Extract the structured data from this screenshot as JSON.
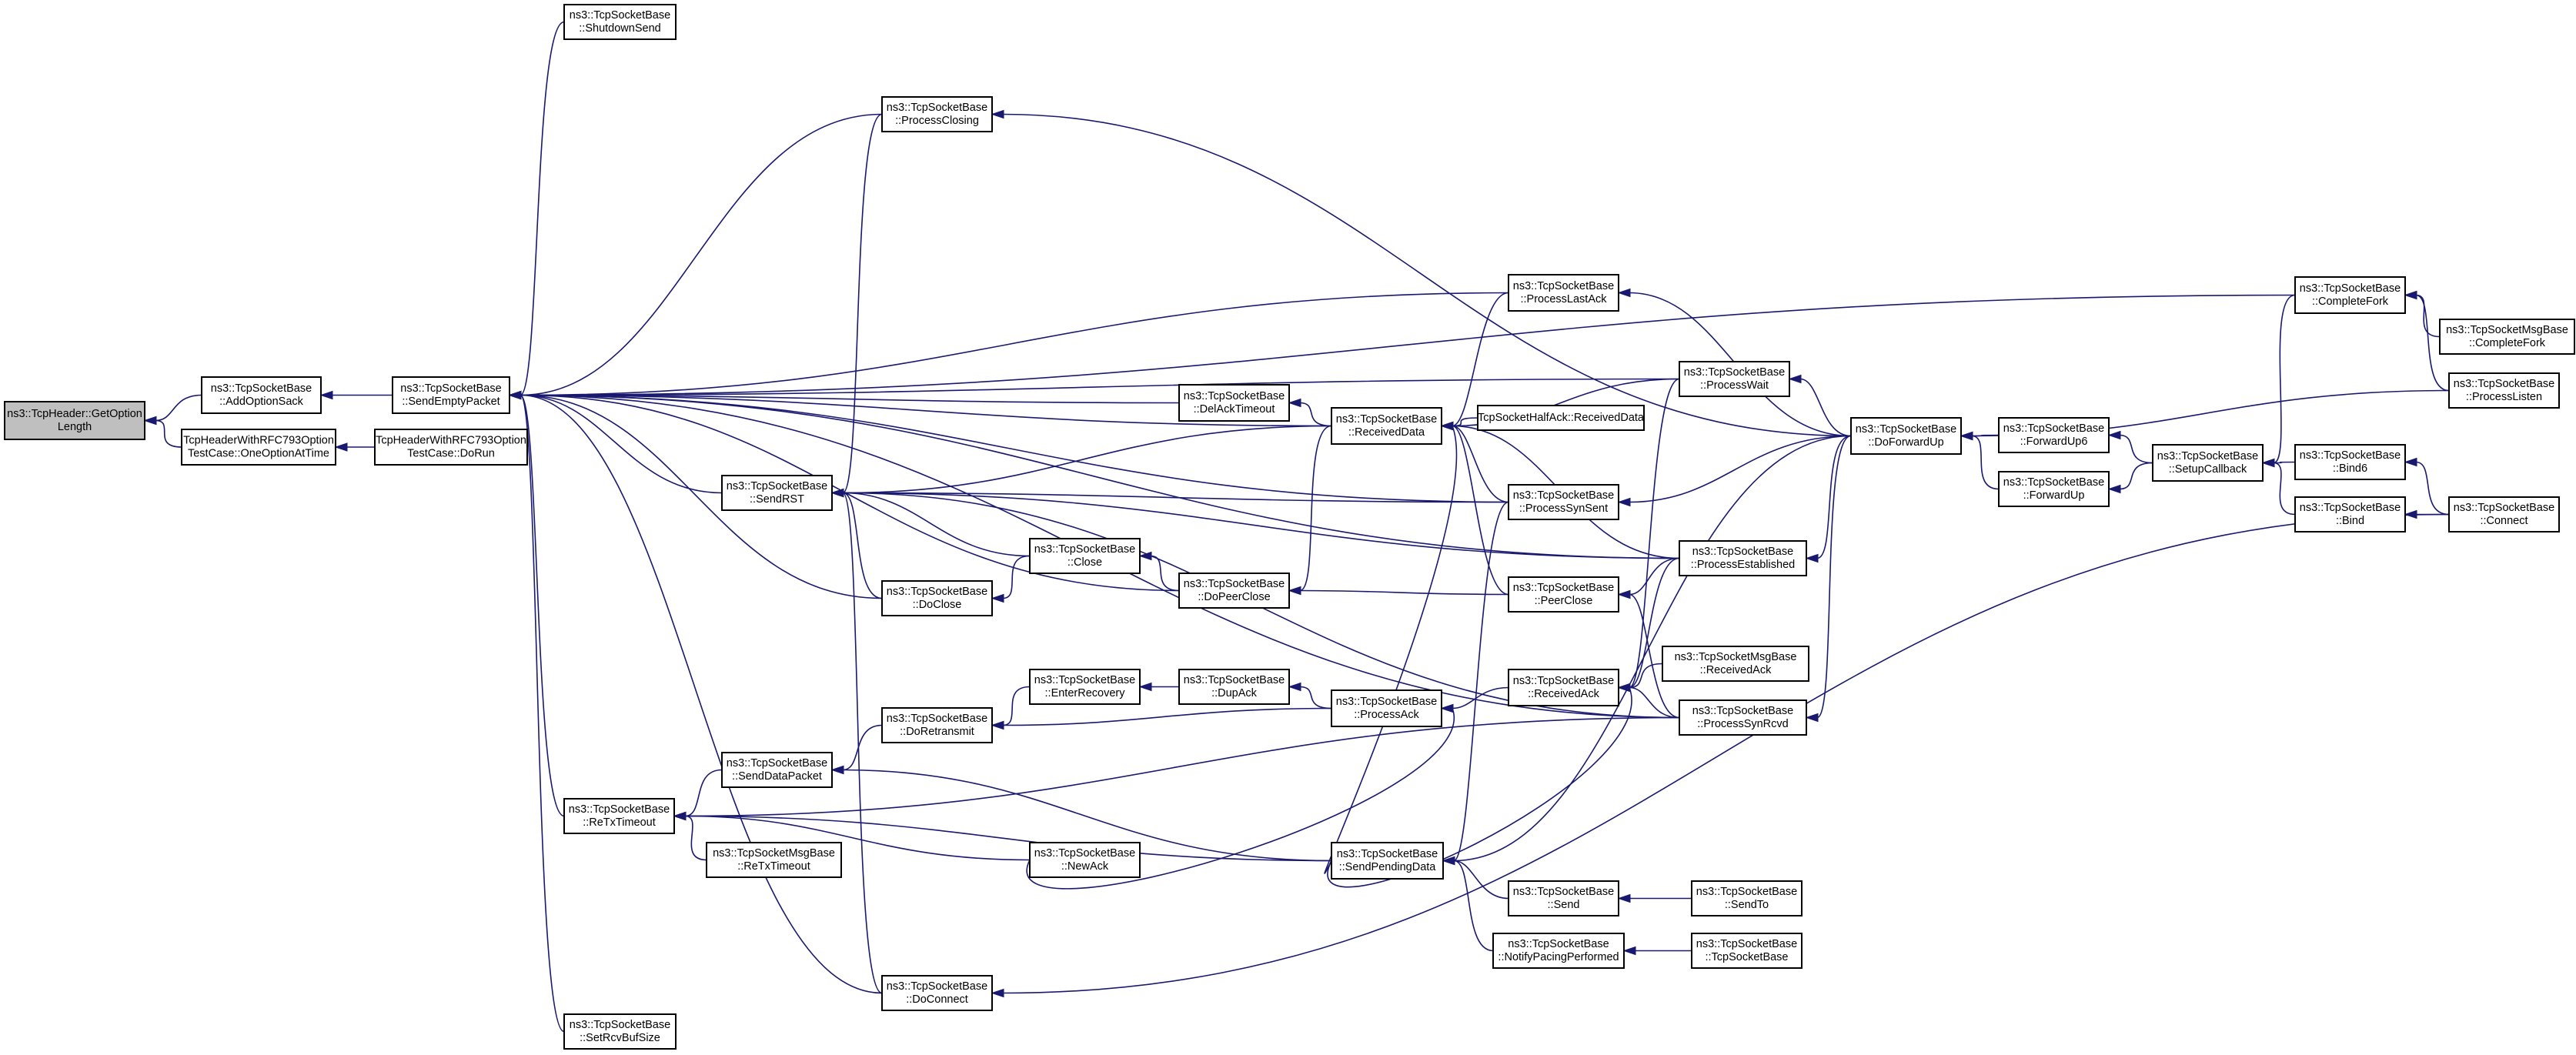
{
  "graph": {
    "nodes": [
      {
        "id": "GetOptionLength",
        "lines": [
          "ns3::TcpHeader::GetOption",
          "Length"
        ],
        "root": true
      },
      {
        "id": "AddOptionSack",
        "lines": [
          "ns3::TcpSocketBase",
          "::AddOptionSack"
        ]
      },
      {
        "id": "OneOptionAtTime",
        "lines": [
          "TcpHeaderWithRFC793Option",
          "TestCase::OneOptionAtTime"
        ]
      },
      {
        "id": "SendEmptyPacket",
        "lines": [
          "ns3::TcpSocketBase",
          "::SendEmptyPacket"
        ]
      },
      {
        "id": "DoRun",
        "lines": [
          "TcpHeaderWithRFC793Option",
          "TestCase::DoRun"
        ]
      },
      {
        "id": "ShutdownSend",
        "lines": [
          "ns3::TcpSocketBase",
          "::ShutdownSend"
        ]
      },
      {
        "id": "ProcessClosing",
        "lines": [
          "ns3::TcpSocketBase",
          "::ProcessClosing"
        ]
      },
      {
        "id": "SendRST",
        "lines": [
          "ns3::TcpSocketBase",
          "::SendRST"
        ]
      },
      {
        "id": "DoClose",
        "lines": [
          "ns3::TcpSocketBase",
          "::DoClose"
        ]
      },
      {
        "id": "Close",
        "lines": [
          "ns3::TcpSocketBase",
          "::Close"
        ]
      },
      {
        "id": "DelAckTimeout",
        "lines": [
          "ns3::TcpSocketBase",
          "::DelAckTimeout"
        ]
      },
      {
        "id": "DoPeerClose",
        "lines": [
          "ns3::TcpSocketBase",
          "::DoPeerClose"
        ]
      },
      {
        "id": "EnterRecovery",
        "lines": [
          "ns3::TcpSocketBase",
          "::EnterRecovery"
        ]
      },
      {
        "id": "DupAck",
        "lines": [
          "ns3::TcpSocketBase",
          "::DupAck"
        ]
      },
      {
        "id": "DoRetransmit",
        "lines": [
          "ns3::TcpSocketBase",
          "::DoRetransmit"
        ]
      },
      {
        "id": "SendDataPacket",
        "lines": [
          "ns3::TcpSocketBase",
          "::SendDataPacket"
        ]
      },
      {
        "id": "ReTxTimeout",
        "lines": [
          "ns3::TcpSocketBase",
          "::ReTxTimeout"
        ]
      },
      {
        "id": "MsgReTxTimeout",
        "lines": [
          "ns3::TcpSocketMsgBase",
          "::ReTxTimeout"
        ]
      },
      {
        "id": "NewAck",
        "lines": [
          "ns3::TcpSocketBase",
          "::NewAck"
        ]
      },
      {
        "id": "DoConnect",
        "lines": [
          "ns3::TcpSocketBase",
          "::DoConnect"
        ]
      },
      {
        "id": "SetRcvBufSize",
        "lines": [
          "ns3::TcpSocketBase",
          "::SetRcvBufSize"
        ]
      },
      {
        "id": "ReceivedData",
        "lines": [
          "ns3::TcpSocketBase",
          "::ReceivedData"
        ]
      },
      {
        "id": "HalfAckReceivedData",
        "lines": [
          "TcpSocketHalfAck::ReceivedData"
        ]
      },
      {
        "id": "ProcessAck",
        "lines": [
          "ns3::TcpSocketBase",
          "::ProcessAck"
        ]
      },
      {
        "id": "ReceivedAck",
        "lines": [
          "ns3::TcpSocketBase",
          "::ReceivedAck"
        ]
      },
      {
        "id": "SendPendingData",
        "lines": [
          "ns3::TcpSocketBase",
          "::SendPendingData"
        ]
      },
      {
        "id": "ProcessLastAck",
        "lines": [
          "ns3::TcpSocketBase",
          "::ProcessLastAck"
        ]
      },
      {
        "id": "ProcessWait",
        "lines": [
          "ns3::TcpSocketBase",
          "::ProcessWait"
        ]
      },
      {
        "id": "ProcessSynSent",
        "lines": [
          "ns3::TcpSocketBase",
          "::ProcessSynSent"
        ]
      },
      {
        "id": "PeerClose",
        "lines": [
          "ns3::TcpSocketBase",
          "::PeerClose"
        ]
      },
      {
        "id": "ProcessEstablished",
        "lines": [
          "ns3::TcpSocketBase",
          "::ProcessEstablished"
        ]
      },
      {
        "id": "MsgReceivedAck",
        "lines": [
          "ns3::TcpSocketMsgBase",
          "::ReceivedAck"
        ]
      },
      {
        "id": "ProcessSynRcvd",
        "lines": [
          "ns3::TcpSocketBase",
          "::ProcessSynRcvd"
        ]
      },
      {
        "id": "Send",
        "lines": [
          "ns3::TcpSocketBase",
          "::Send"
        ]
      },
      {
        "id": "SendTo",
        "lines": [
          "ns3::TcpSocketBase",
          "::SendTo"
        ]
      },
      {
        "id": "NotifyPacing",
        "lines": [
          "ns3::TcpSocketBase",
          "::NotifyPacingPerformed"
        ]
      },
      {
        "id": "TcpSocketBaseCtor",
        "lines": [
          "ns3::TcpSocketBase",
          "::TcpSocketBase"
        ]
      },
      {
        "id": "DoForwardUp",
        "lines": [
          "ns3::TcpSocketBase",
          "::DoForwardUp"
        ]
      },
      {
        "id": "ForwardUp6",
        "lines": [
          "ns3::TcpSocketBase",
          "::ForwardUp6"
        ]
      },
      {
        "id": "ForwardUp",
        "lines": [
          "ns3::TcpSocketBase",
          "::ForwardUp"
        ]
      },
      {
        "id": "SetupCallback",
        "lines": [
          "ns3::TcpSocketBase",
          "::SetupCallback"
        ]
      },
      {
        "id": "CompleteFork",
        "lines": [
          "ns3::TcpSocketBase",
          "::CompleteFork"
        ]
      },
      {
        "id": "MsgCompleteFork",
        "lines": [
          "ns3::TcpSocketMsgBase",
          "::CompleteFork"
        ]
      },
      {
        "id": "ProcessListen",
        "lines": [
          "ns3::TcpSocketBase",
          "::ProcessListen"
        ]
      },
      {
        "id": "Bind6",
        "lines": [
          "ns3::TcpSocketBase",
          "::Bind6"
        ]
      },
      {
        "id": "Bind",
        "lines": [
          "ns3::TcpSocketBase",
          "::Bind"
        ]
      },
      {
        "id": "Connect",
        "lines": [
          "ns3::TcpSocketBase",
          "::Connect"
        ]
      }
    ],
    "edges": [
      [
        "AddOptionSack",
        "GetOptionLength"
      ],
      [
        "OneOptionAtTime",
        "GetOptionLength"
      ],
      [
        "SendEmptyPacket",
        "AddOptionSack"
      ],
      [
        "DoRun",
        "OneOptionAtTime"
      ],
      [
        "ShutdownSend",
        "SendEmptyPacket"
      ],
      [
        "ProcessClosing",
        "SendEmptyPacket"
      ],
      [
        "SendRST",
        "SendEmptyPacket"
      ],
      [
        "DoClose",
        "SendEmptyPacket"
      ],
      [
        "DelAckTimeout",
        "SendEmptyPacket"
      ],
      [
        "DoPeerClose",
        "SendEmptyPacket"
      ],
      [
        "ReTxTimeout",
        "SendEmptyPacket"
      ],
      [
        "DoConnect",
        "SendEmptyPacket"
      ],
      [
        "SetRcvBufSize",
        "SendEmptyPacket"
      ],
      [
        "CompleteFork",
        "SendEmptyPacket"
      ],
      [
        "ProcessLastAck",
        "SendEmptyPacket"
      ],
      [
        "ProcessWait",
        "SendEmptyPacket"
      ],
      [
        "ProcessSynSent",
        "SendEmptyPacket"
      ],
      [
        "ReceivedData",
        "SendEmptyPacket"
      ],
      [
        "ProcessEstablished",
        "SendEmptyPacket"
      ],
      [
        "ProcessSynRcvd",
        "SendEmptyPacket"
      ],
      [
        "DoForwardUp",
        "ProcessClosing"
      ],
      [
        "ProcessClosing",
        "SendRST"
      ],
      [
        "DoClose",
        "SendRST"
      ],
      [
        "Close",
        "SendRST"
      ],
      [
        "ReceivedData",
        "SendRST"
      ],
      [
        "ProcessSynSent",
        "SendRST"
      ],
      [
        "ProcessEstablished",
        "SendRST"
      ],
      [
        "ProcessSynRcvd",
        "SendRST"
      ],
      [
        "DoConnect",
        "SendRST"
      ],
      [
        "Close",
        "DoClose"
      ],
      [
        "DoPeerClose",
        "Close"
      ],
      [
        "ReceivedData",
        "DelAckTimeout"
      ],
      [
        "ReceivedData",
        "DoPeerClose"
      ],
      [
        "PeerClose",
        "DoPeerClose"
      ],
      [
        "DupAck",
        "EnterRecovery"
      ],
      [
        "ProcessAck",
        "DupAck"
      ],
      [
        "EnterRecovery",
        "DoRetransmit"
      ],
      [
        "ProcessAck",
        "DoRetransmit"
      ],
      [
        "DoRetransmit",
        "SendDataPacket"
      ],
      [
        "SendPendingData",
        "SendDataPacket"
      ],
      [
        "SendDataPacket",
        "ReTxTimeout"
      ],
      [
        "MsgReTxTimeout",
        "ReTxTimeout"
      ],
      [
        "NewAck",
        "ReTxTimeout"
      ],
      [
        "ReceivedAck",
        "ProcessAck"
      ],
      [
        "NewAck",
        "ProcessAck"
      ],
      [
        "SendPendingData",
        "ReTxTimeout"
      ],
      [
        "ProcessSynRcvd",
        "ReTxTimeout"
      ],
      [
        "Connect",
        "DoConnect"
      ],
      [
        "HalfAckReceivedData",
        "ReceivedData"
      ],
      [
        "ProcessLastAck",
        "ReceivedData"
      ],
      [
        "ProcessWait",
        "ReceivedData"
      ],
      [
        "ProcessSynSent",
        "ReceivedData"
      ],
      [
        "PeerClose",
        "ReceivedData"
      ],
      [
        "ProcessEstablished",
        "ReceivedData"
      ],
      [
        "SendPendingData",
        "ReceivedData"
      ],
      [
        "MsgReceivedAck",
        "ReceivedAck"
      ],
      [
        "ProcessSynRcvd",
        "ReceivedAck"
      ],
      [
        "ProcessEstablished",
        "ReceivedAck"
      ],
      [
        "ProcessWait",
        "ReceivedAck"
      ],
      [
        "SendPendingData",
        "ReceivedAck"
      ],
      [
        "Send",
        "SendPendingData"
      ],
      [
        "NotifyPacing",
        "SendPendingData"
      ],
      [
        "ProcessSynSent",
        "SendPendingData"
      ],
      [
        "DoForwardUp",
        "SendPendingData"
      ],
      [
        "SendTo",
        "Send"
      ],
      [
        "TcpSocketBaseCtor",
        "NotifyPacing"
      ],
      [
        "ProcessSynRcvd",
        "PeerClose"
      ],
      [
        "ProcessEstablished",
        "PeerClose"
      ],
      [
        "DoForwardUp",
        "ProcessLastAck"
      ],
      [
        "DoForwardUp",
        "ProcessWait"
      ],
      [
        "DoForwardUp",
        "ProcessSynSent"
      ],
      [
        "DoForwardUp",
        "ProcessEstablished"
      ],
      [
        "DoForwardUp",
        "ProcessSynRcvd"
      ],
      [
        "ForwardUp6",
        "DoForwardUp"
      ],
      [
        "ForwardUp",
        "DoForwardUp"
      ],
      [
        "ProcessListen",
        "DoForwardUp"
      ],
      [
        "SetupCallback",
        "ForwardUp6"
      ],
      [
        "SetupCallback",
        "ForwardUp"
      ],
      [
        "CompleteFork",
        "SetupCallback"
      ],
      [
        "Bind6",
        "SetupCallback"
      ],
      [
        "Bind",
        "SetupCallback"
      ],
      [
        "MsgCompleteFork",
        "CompleteFork"
      ],
      [
        "ProcessListen",
        "CompleteFork"
      ],
      [
        "Connect",
        "Bind6"
      ],
      [
        "Connect",
        "Bind"
      ]
    ]
  }
}
